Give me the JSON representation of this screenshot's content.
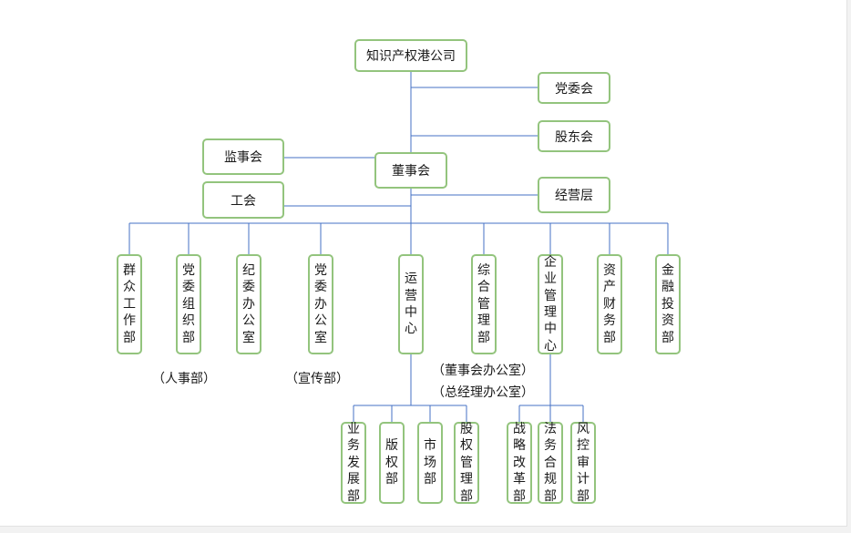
{
  "colors": {
    "line": "#4472c4",
    "box_border": "#93c47d"
  },
  "top": {
    "company": "知识产权港公司",
    "party_committee": "党委会",
    "shareholders_meeting": "股东会"
  },
  "middle": {
    "supervisory_board": "监事会",
    "board_of_directors": "董事会",
    "labor_union": "工会",
    "management": "经营层"
  },
  "departments": {
    "masses_work": "群众工作部",
    "party_organization": "党委组织部",
    "discipline_office": "纪委办公室",
    "party_office": "党委办公室",
    "operations_center": "运营中心",
    "general_management": "综合管理部",
    "enterprise_management_center": "企业管理中心",
    "asset_finance": "资产财务部",
    "financial_investment": "金融投资部"
  },
  "notes": {
    "hr": "（人事部）",
    "publicity": "（宣传部）",
    "board_office": "（董事会办公室）",
    "gm_office": "（总经理办公室）"
  },
  "sub_departments": {
    "business_development": "业务发展部",
    "copyright": "版权部",
    "market": "市场部",
    "equity_management": "股权管理部",
    "strategy_reform": "战略改革部",
    "legal_compliance": "法务合规部",
    "risk_audit": "风控审计部"
  }
}
